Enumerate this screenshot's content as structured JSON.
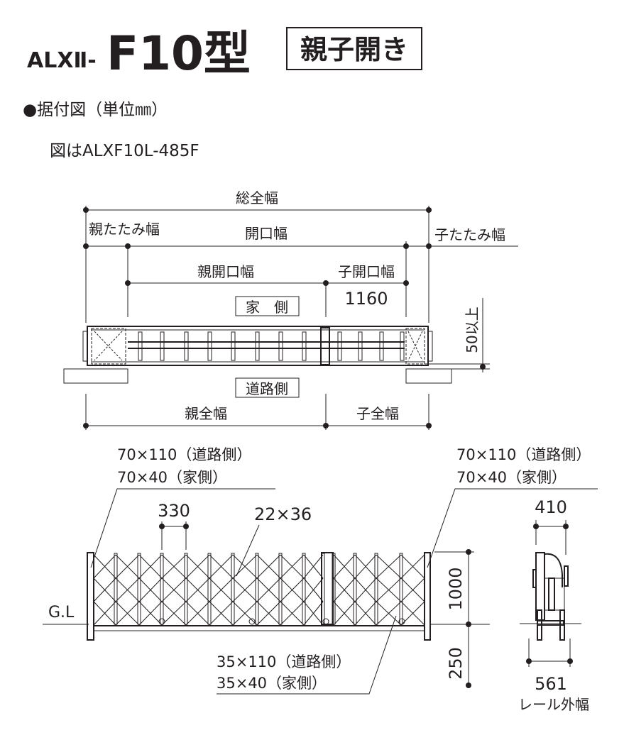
{
  "header": {
    "series": "ALXⅡ-",
    "model": "F10型",
    "opening_type": "親子開き"
  },
  "section_title": "●据付図（単位㎜）",
  "figure_note": "図はALXF10L-485F",
  "plan_view": {
    "total_width": "総全幅",
    "parent_fold_width": "親たたみ幅",
    "opening_width": "開口幅",
    "child_fold_width": "子たたみ幅",
    "parent_opening_width": "親開口幅",
    "child_opening_width": "子開口幅",
    "child_opening_value": "1160",
    "house_side": "家　側",
    "road_side": "道路側",
    "clearance": "50以上",
    "parent_total_width": "親全幅",
    "child_total_width": "子全幅"
  },
  "elevation_view": {
    "post_left_line1": "70×110（道路側）",
    "post_left_line2": "70×40（家側）",
    "post_right_line1": "70×110（道路側）",
    "post_right_line2": "70×40（家側）",
    "pitch": "330",
    "lattice_size": "22×36",
    "ground_level": "G.L",
    "height": "1000",
    "depth": "250",
    "rail_line1": "35×110（道路側）",
    "rail_line2": "35×40（家側）"
  },
  "side_view": {
    "top_width": "410",
    "rail_width": "561",
    "rail_label": "レール外幅"
  }
}
